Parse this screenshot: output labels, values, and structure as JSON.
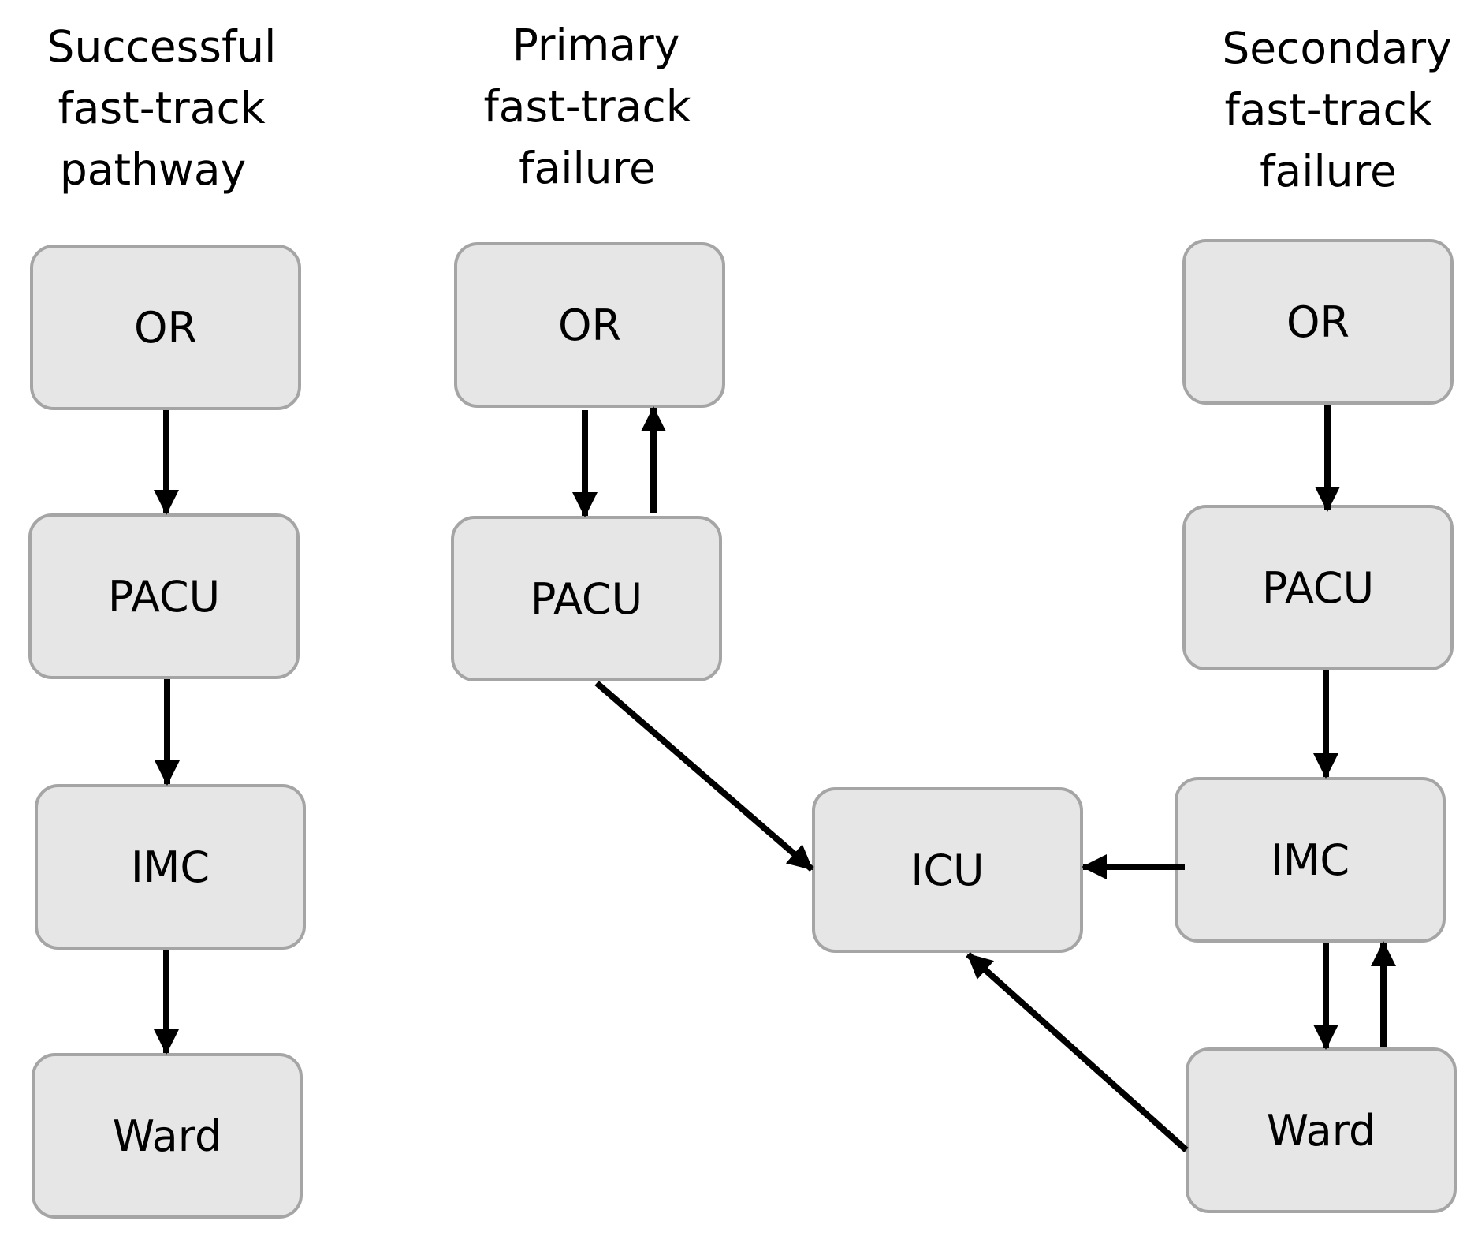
{
  "columns": {
    "successful": {
      "title_lines": [
        "Successful",
        "fast-track",
        "pathway"
      ],
      "nodes": {
        "or": "OR",
        "pacu": "PACU",
        "imc": "IMC",
        "ward": "Ward"
      }
    },
    "primary_failure": {
      "title_lines": [
        "Primary",
        "fast-track",
        "failure"
      ],
      "nodes": {
        "or": "OR",
        "pacu": "PACU"
      }
    },
    "secondary_failure": {
      "title_lines": [
        "Secondary",
        "fast-track",
        "failure"
      ],
      "nodes": {
        "or": "OR",
        "pacu": "PACU",
        "imc": "IMC",
        "ward": "Ward"
      }
    }
  },
  "shared_nodes": {
    "icu": "ICU"
  },
  "edges": [
    {
      "from": "successful.or",
      "to": "successful.pacu"
    },
    {
      "from": "successful.pacu",
      "to": "successful.imc"
    },
    {
      "from": "successful.imc",
      "to": "successful.ward"
    },
    {
      "from": "primary_failure.or",
      "to": "primary_failure.pacu"
    },
    {
      "from": "primary_failure.pacu",
      "to": "primary_failure.or"
    },
    {
      "from": "primary_failure.pacu",
      "to": "icu"
    },
    {
      "from": "secondary_failure.or",
      "to": "secondary_failure.pacu"
    },
    {
      "from": "secondary_failure.pacu",
      "to": "secondary_failure.imc"
    },
    {
      "from": "secondary_failure.imc",
      "to": "icu"
    },
    {
      "from": "secondary_failure.imc",
      "to": "secondary_failure.ward"
    },
    {
      "from": "secondary_failure.ward",
      "to": "secondary_failure.imc"
    },
    {
      "from": "secondary_failure.ward",
      "to": "icu"
    }
  ],
  "colors": {
    "node_fill": "#e6e6e6",
    "node_border": "#a5a5a5",
    "arrow": "#000000",
    "text": "#000000"
  }
}
